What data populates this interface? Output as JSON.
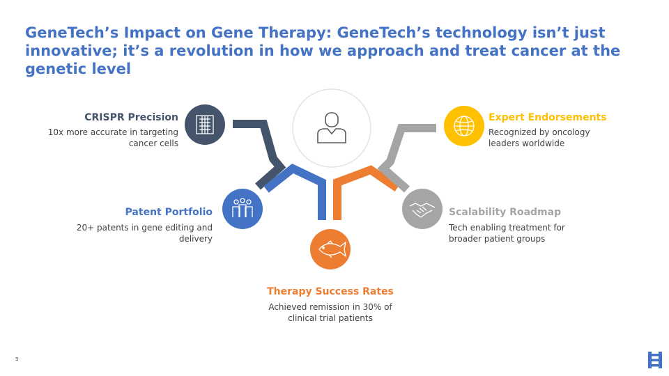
{
  "slide": {
    "title": "GeneTech’s Impact on Gene Therapy: GeneTech’s technology isn’t just innovative; it’s a revolution in how we approach and treat cancer at the genetic level",
    "page_number": "9"
  },
  "items": {
    "crispr": {
      "title": "CRISPR Precision",
      "desc": "10x more accurate in targeting cancer cells",
      "color": "#44546a",
      "icon": "building-icon"
    },
    "patent": {
      "title": "Patent Portfolio",
      "desc": "20+ patents in gene editing and delivery",
      "color": "#4472c4",
      "icon": "team-icon"
    },
    "therapy": {
      "title": "Therapy Success Rates",
      "desc": "Achieved remission in 30% of clinical trial patients",
      "color": "#ed7d31",
      "icon": "fish-icon"
    },
    "scalability": {
      "title": "Scalability Roadmap",
      "desc": "Tech enabling treatment for broader patient groups",
      "color": "#a5a5a5",
      "icon": "handshake-icon"
    },
    "endorsements": {
      "title": "Expert Endorsements",
      "desc": "Recognized by oncology leaders worldwide",
      "color": "#ffc000",
      "icon": "globe-icon"
    }
  },
  "center_icon": "person-icon",
  "brand_logo": "company-logo"
}
